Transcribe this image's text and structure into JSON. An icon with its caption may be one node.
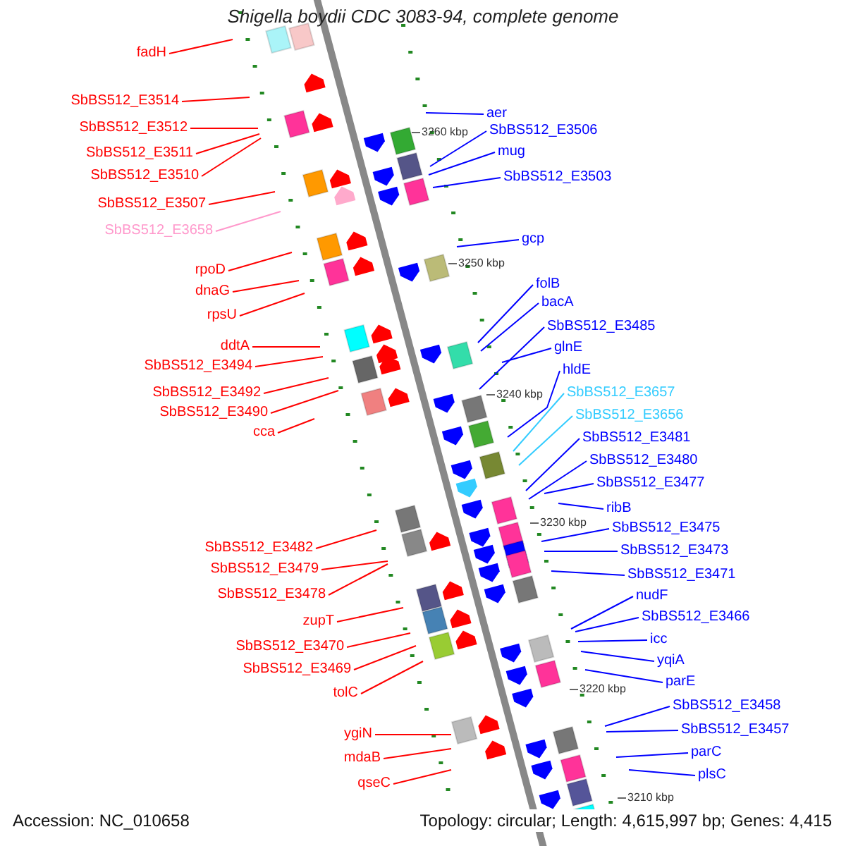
{
  "diagram": {
    "title": "Shigella boydii CDC 3083-94, complete genome",
    "nodes": [
      {
        "text": [
          "fadH"
        ]
      },
      {
        "text": [
          "SbBS512_E3514"
        ]
      },
      {
        "text": [
          "SbBS512_E3512"
        ]
      },
      {
        "text": [
          "SbBS512_E3511"
        ]
      },
      {
        "text": [
          "SbBS512_E3510"
        ]
      },
      {
        "text": [
          "SbBS512_E3507"
        ]
      },
      {
        "text": [
          "SbBS512_E3658"
        ]
      },
      {
        "text": [
          "rpoD"
        ]
      },
      {
        "text": [
          "dnaG"
        ]
      },
      {
        "text": [
          "rpsU"
        ]
      },
      {
        "text": [
          "ddtA"
        ]
      },
      {
        "text": [
          "SbBS512_E3494"
        ]
      },
      {
        "text": [
          "SbBS512_E3492"
        ]
      },
      {
        "text": [
          "SbBS512_E3490"
        ]
      },
      {
        "text": [
          "cca"
        ]
      },
      {
        "text": [
          "SbBS512_E3482"
        ]
      },
      {
        "text": [
          "SbBS512_E3479"
        ]
      },
      {
        "text": [
          "SbBS512_E3478"
        ]
      },
      {
        "text": [
          "zupT"
        ]
      },
      {
        "text": [
          "SbBS512_E3470"
        ]
      },
      {
        "text": [
          "SbBS512_E3469"
        ]
      },
      {
        "text": [
          "tolC"
        ]
      },
      {
        "text": [
          "ygiN"
        ]
      },
      {
        "text": [
          "mdaB"
        ]
      },
      {
        "text": [
          "qseC"
        ]
      },
      {
        "text": [
          "aer"
        ]
      },
      {
        "text": [
          "SbBS512_E3506"
        ]
      },
      {
        "text": [
          "mug"
        ]
      },
      {
        "text": [
          "SbBS512_E3503"
        ]
      },
      {
        "text": [
          "gcp"
        ]
      },
      {
        "text": [
          "folB"
        ]
      },
      {
        "text": [
          "bacA"
        ]
      },
      {
        "text": [
          "SbBS512_E3485"
        ]
      },
      {
        "text": [
          "glnE"
        ]
      },
      {
        "text": [
          "hldE"
        ]
      },
      {
        "text": [
          "SbBS512_E3657"
        ]
      },
      {
        "text": [
          "SbBS512_E3656"
        ]
      },
      {
        "text": [
          "SbBS512_E3481"
        ]
      },
      {
        "text": [
          "SbBS512_E3480"
        ]
      },
      {
        "text": [
          "SbBS512_E3477"
        ]
      },
      {
        "text": [
          "ribB"
        ]
      },
      {
        "text": [
          "SbBS512_E3475"
        ]
      },
      {
        "text": [
          "SbBS512_E3473"
        ]
      },
      {
        "text": [
          "SbBS512_E3471"
        ]
      },
      {
        "text": [
          "nudF"
        ]
      },
      {
        "text": [
          "SbBS512_E3466"
        ]
      },
      {
        "text": [
          "icc"
        ]
      },
      {
        "text": [
          "yqiA"
        ]
      },
      {
        "text": [
          "parE"
        ]
      },
      {
        "text": [
          "SbBS512_E3458"
        ]
      },
      {
        "text": [
          "SbBS512_E3457"
        ]
      },
      {
        "text": [
          "parC"
        ]
      },
      {
        "text": [
          "plsC"
        ]
      }
    ],
    "edges": [
      {
        "from": 0,
        "to": null,
        "arrow": "none",
        "color": "#ff0000"
      },
      {
        "from": 1,
        "to": null,
        "arrow": "none",
        "color": "#ff0000"
      },
      {
        "from": 2,
        "to": null,
        "arrow": "none",
        "color": "#ff0000"
      },
      {
        "from": 3,
        "to": null,
        "arrow": "none",
        "color": "#ff0000"
      },
      {
        "from": 4,
        "to": null,
        "arrow": "none",
        "color": "#ff0000"
      },
      {
        "from": 5,
        "to": null,
        "arrow": "none",
        "color": "#ff0000"
      },
      {
        "from": 6,
        "to": null,
        "arrow": "none",
        "color": "#ff99cc"
      },
      {
        "from": 7,
        "to": null,
        "arrow": "none",
        "color": "#ff0000"
      },
      {
        "from": 8,
        "to": null,
        "arrow": "none",
        "color": "#ff0000"
      },
      {
        "from": 9,
        "to": null,
        "arrow": "none",
        "color": "#ff0000"
      },
      {
        "from": 10,
        "to": null,
        "arrow": "none",
        "color": "#ff0000"
      },
      {
        "from": 11,
        "to": null,
        "arrow": "none",
        "color": "#ff0000"
      },
      {
        "from": 12,
        "to": null,
        "arrow": "none",
        "color": "#ff0000"
      },
      {
        "from": 13,
        "to": null,
        "arrow": "none",
        "color": "#ff0000"
      },
      {
        "from": 14,
        "to": null,
        "arrow": "none",
        "color": "#ff0000"
      },
      {
        "from": 15,
        "to": null,
        "arrow": "none",
        "color": "#ff0000"
      },
      {
        "from": 16,
        "to": null,
        "arrow": "none",
        "color": "#ff0000"
      },
      {
        "from": 17,
        "to": null,
        "arrow": "none",
        "color": "#ff0000"
      },
      {
        "from": 18,
        "to": null,
        "arrow": "none",
        "color": "#ff0000"
      },
      {
        "from": 19,
        "to": null,
        "arrow": "none",
        "color": "#ff0000"
      },
      {
        "from": 20,
        "to": null,
        "arrow": "none",
        "color": "#ff0000"
      },
      {
        "from": 21,
        "to": null,
        "arrow": "none",
        "color": "#ff0000"
      },
      {
        "from": 22,
        "to": null,
        "arrow": "none",
        "color": "#ff0000"
      },
      {
        "from": 23,
        "to": null,
        "arrow": "none",
        "color": "#ff0000"
      },
      {
        "from": 24,
        "to": null,
        "arrow": "none",
        "color": "#ff0000"
      },
      {
        "from": 25,
        "to": null,
        "arrow": "none",
        "color": "#0000ff"
      },
      {
        "from": 26,
        "to": null,
        "arrow": "none",
        "color": "#0000ff"
      },
      {
        "from": 27,
        "to": null,
        "arrow": "none",
        "color": "#0000ff"
      },
      {
        "from": 28,
        "to": null,
        "arrow": "none",
        "color": "#0000ff"
      },
      {
        "from": 29,
        "to": null,
        "arrow": "none",
        "color": "#0000ff"
      },
      {
        "from": 30,
        "to": null,
        "arrow": "none",
        "color": "#0000ff"
      },
      {
        "from": 31,
        "to": null,
        "arrow": "none",
        "color": "#0000ff"
      },
      {
        "from": 32,
        "to": null,
        "arrow": "none",
        "color": "#0000ff"
      },
      {
        "from": 33,
        "to": null,
        "arrow": "none",
        "color": "#0000ff"
      },
      {
        "from": 34,
        "to": null,
        "arrow": "none",
        "color": "#0000ff"
      },
      {
        "from": 35,
        "to": null,
        "arrow": "none",
        "color": "#33ccff"
      },
      {
        "from": 36,
        "to": null,
        "arrow": "none",
        "color": "#33ccff"
      },
      {
        "from": 37,
        "to": null,
        "arrow": "none",
        "color": "#0000ff"
      },
      {
        "from": 38,
        "to": null,
        "arrow": "none",
        "color": "#0000ff"
      },
      {
        "from": 39,
        "to": null,
        "arrow": "none",
        "color": "#0000ff"
      },
      {
        "from": 40,
        "to": null,
        "arrow": "none",
        "color": "#0000ff"
      },
      {
        "from": 41,
        "to": null,
        "arrow": "none",
        "color": "#0000ff"
      },
      {
        "from": 42,
        "to": null,
        "arrow": "none",
        "color": "#0000ff"
      },
      {
        "from": 43,
        "to": null,
        "arrow": "none",
        "color": "#0000ff"
      },
      {
        "from": 44,
        "to": null,
        "arrow": "none",
        "color": "#0000ff"
      },
      {
        "from": 45,
        "to": null,
        "arrow": "none",
        "color": "#0000ff"
      },
      {
        "from": 46,
        "to": null,
        "arrow": "none",
        "color": "#0000ff"
      },
      {
        "from": 47,
        "to": null,
        "arrow": "none",
        "color": "#0000ff"
      },
      {
        "from": 48,
        "to": null,
        "arrow": "none",
        "color": "#0000ff"
      },
      {
        "from": 49,
        "to": null,
        "arrow": "none",
        "color": "#0000ff"
      },
      {
        "from": 50,
        "to": null,
        "arrow": "none",
        "color": "#0000ff"
      },
      {
        "from": 51,
        "to": null,
        "arrow": "none",
        "color": "#0000ff"
      },
      {
        "from": 52,
        "to": null,
        "arrow": "none",
        "color": "#0000ff"
      }
    ],
    "labels": [
      "3260 kbp",
      "3250 kbp",
      "3240 kbp",
      "3230 kbp",
      "3220 kbp",
      "3210 kbp",
      "Accession: NC_010658",
      "Topology: circular; Length: 4,615,997 bp; Genes: 4,415"
    ]
  }
}
